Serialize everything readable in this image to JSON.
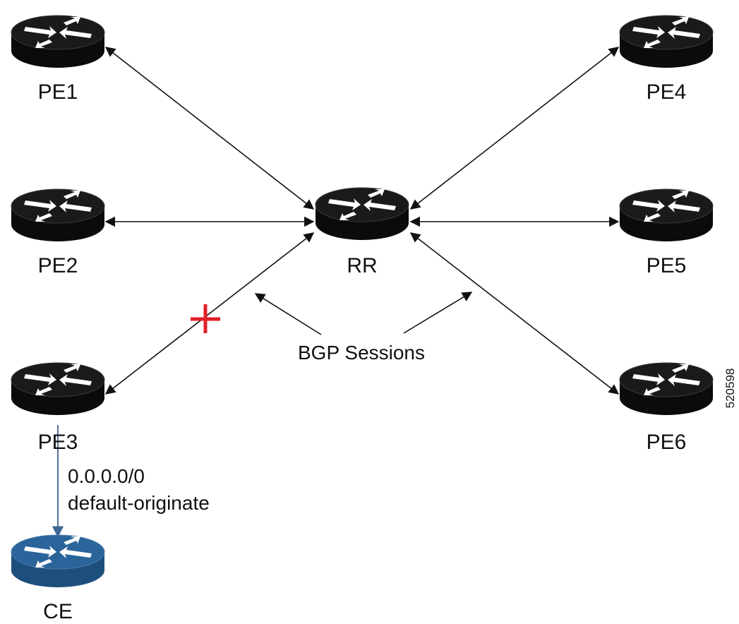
{
  "colors": {
    "router_body": "#0b0b0b",
    "router_top": "#1a1a1a",
    "router_arrows": "#ffffff",
    "ce_body": "#1d4f7c",
    "ce_top": "#2a649a",
    "session_line": "#111111",
    "ce_link": "#3d6590",
    "fail_mark": "#e02028"
  },
  "routers": {
    "pe1": {
      "label": "PE1",
      "icon": "router-icon"
    },
    "pe2": {
      "label": "PE2",
      "icon": "router-icon"
    },
    "pe3": {
      "label": "PE3",
      "icon": "router-icon"
    },
    "pe4": {
      "label": "PE4",
      "icon": "router-icon"
    },
    "pe5": {
      "label": "PE5",
      "icon": "router-icon"
    },
    "pe6": {
      "label": "PE6",
      "icon": "router-icon"
    },
    "rr": {
      "label": "RR",
      "icon": "router-icon"
    },
    "ce": {
      "label": "CE",
      "icon": "router-icon"
    }
  },
  "annotations": {
    "bgp_sessions": "BGP Sessions",
    "default_route_line1": "0.0.0.0/0",
    "default_route_line2": "default-originate",
    "figure_id": "520598"
  },
  "links": [
    {
      "from": "PE1",
      "to": "RR",
      "type": "BGP session",
      "state": "up"
    },
    {
      "from": "PE2",
      "to": "RR",
      "type": "BGP session",
      "state": "up"
    },
    {
      "from": "PE3",
      "to": "RR",
      "type": "BGP session",
      "state": "down"
    },
    {
      "from": "PE4",
      "to": "RR",
      "type": "BGP session",
      "state": "up"
    },
    {
      "from": "PE5",
      "to": "RR",
      "type": "BGP session",
      "state": "up"
    },
    {
      "from": "PE6",
      "to": "RR",
      "type": "BGP session",
      "state": "up"
    },
    {
      "from": "PE3",
      "to": "CE",
      "type": "default route"
    }
  ]
}
